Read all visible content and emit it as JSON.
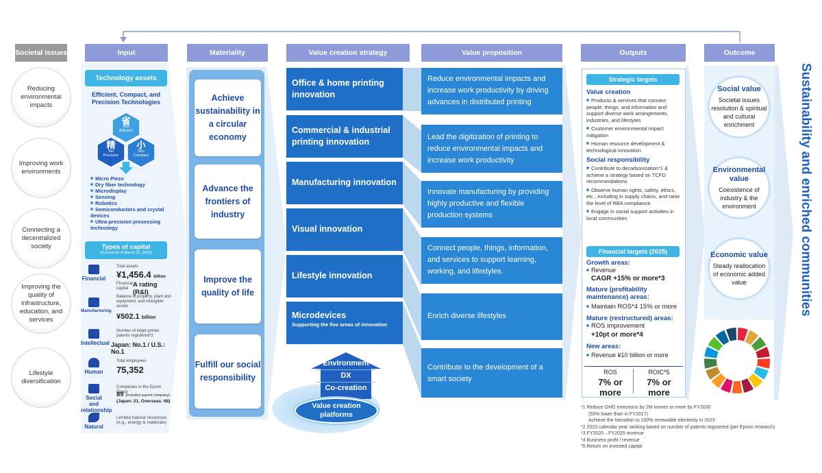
{
  "headers": {
    "societal": "Societal issues",
    "input": "Input",
    "materiality": "Materiality",
    "vcs": "Value creation strategy",
    "vp": "Value proposition",
    "outputs": "Outputs",
    "outcome": "Outcome"
  },
  "societal_issues": [
    "Reducing environmental impacts",
    "Improving work environments",
    "Connecting a decentralized society",
    "Improving the quality of infrastructure, education, and services",
    "Lifestyle diversification"
  ],
  "input": {
    "tech_title": "Technology assets",
    "tech_sub": "Efficient, Compact, and Precision Technologies",
    "hex": [
      {
        "kanji": "省",
        "roman": "Sho",
        "word": "Efficient"
      },
      {
        "kanji": "精",
        "roman": "Sei",
        "word": "Precision"
      },
      {
        "kanji": "小",
        "roman": "Sho",
        "word": "Compact"
      }
    ],
    "tech_list": [
      "Micro Piezo",
      "Dry fiber technology",
      "Microdisplay",
      "Sensing",
      "Robotics",
      "Semiconductors and crystal devices",
      "Ultra-precision processing technology"
    ],
    "capital_title": "Types of capital",
    "capital_note": "(Current as of March 31, 2025)",
    "capitals": [
      {
        "name": "Financial",
        "small1": "Total assets",
        "big1": "¥1,456.4",
        "unit1": "billion",
        "small2": "Financial capital",
        "big2": "A rating (R&I)"
      },
      {
        "name": "Manufacturing",
        "small1": "Balance of property, plant and equipment, and intangible assets",
        "big1": "¥502.1",
        "unit1": "billion"
      },
      {
        "name": "Intellectual",
        "small1": "Number of inkjet printer patents registered*2",
        "big1": "Japan: No.1 / U.S.: No.1"
      },
      {
        "name": "Human",
        "small1": "Total employees",
        "big1": "75,352"
      },
      {
        "name": "Social and relationship",
        "small1": "Companies in the Epson Group",
        "big1": "89",
        "unit1": "(includes parent company)",
        "small2": "(Japan: 21, Overseas: 68)"
      },
      {
        "name": "Natural",
        "small1": "Limited natural resources (e.g., energy & materials)"
      }
    ]
  },
  "materiality": [
    "Achieve sustainability in a circular economy",
    "Advance the frontiers of industry",
    "Improve the quality of life",
    "Fulfill our social responsibility"
  ],
  "vcs": [
    {
      "title": "Office & home printing innovation"
    },
    {
      "title": "Commercial & industrial printing innovation"
    },
    {
      "title": "Manufacturing innovation"
    },
    {
      "title": "Visual innovation"
    },
    {
      "title": "Lifestyle innovation"
    },
    {
      "title": "Microdevices",
      "sub": "Supporting the five areas of innovation"
    }
  ],
  "platform": {
    "arrow_lines": [
      "Environment",
      "DX",
      "Co-creation"
    ],
    "title": "Value creation platforms"
  },
  "vp": [
    "Reduce environmental impacts and increase work productivity by driving advances in distributed printing",
    "Lead the digitization of printing to reduce environmental impacts and increase work productivity",
    "Innovate manufacturing by providing highly productive and flexible production systems",
    "Connect people, things, information, and services to support learning, working, and lifestyles.",
    "Enrich diverse lifestyles",
    "Contribute to the development of a smart society"
  ],
  "outputs": {
    "strategic_title": "Strategic targets",
    "value_creation_h": "Value creation",
    "value_creation": [
      "Products & services that connect people, things, and information and support diverse work arrangements, industries, and lifestyles",
      "Customer environmental impact mitigation",
      "Human resource development & technological innovation"
    ],
    "social_h": "Social responsibility",
    "social": [
      "Contribute to decarbonization*1 & achieve a strategy based on TCFD recommendations",
      "Observe human rights, safety, ethics, etc., including in supply chains, and raise the level of RBA compliance",
      "Engage in social support activities in local communities"
    ],
    "financial_title": "Financial targets (2025)",
    "growth_h": "Growth areas:",
    "growth_1": "Revenue",
    "growth_2": "CAGR +15% or more*3",
    "mature_h": "Mature (profitability maintenance) areas:",
    "mature_1": "Maintain ROS*4 15% or more",
    "restr_h": "Mature (restructured) areas:",
    "restr_1": "ROS improvement",
    "restr_2": "+10pt or more*4",
    "new_h": "New areas:",
    "new_1": "Revenue ¥10 billion or more",
    "ros_label": "ROS",
    "ros_val": "7% or more",
    "roic_label": "ROIC*5",
    "roic_val": "7% or more"
  },
  "outcome": [
    {
      "title": "Social value",
      "text": "Societal issues resolution & spiritual and cultural enrichment"
    },
    {
      "title": "Environmental value",
      "text": "Coexistence of industry & the environment"
    },
    {
      "title": "Economic value",
      "text": "Steady reallocation of economic added value"
    }
  ],
  "vertical_title": "Sustainability and enriched communities",
  "footnotes": [
    "*1  Reduce GHG emissions by 2M tonnes or more by FY2030",
    "(55% lower than in FY2017)",
    "Achieve the transition to 100% renewable electricity in 2023",
    "*2  2023 calendar year ranking based on number of patents registered (per Epson research)",
    "*3  FY2020→FY2025 revenue",
    "*4  Business profit / revenue",
    "*5  Return on invested capital"
  ],
  "colors": {
    "header": "#8e9bd8",
    "header_grey": "#9a9a9a",
    "vcs": "#1f6fc6",
    "vp": "#2a86d6",
    "accent": "#1e4ba8"
  },
  "sdg_colors": [
    "#e5243b",
    "#dda63a",
    "#4c9f38",
    "#c5192d",
    "#ff3a21",
    "#26bde2",
    "#fcc30b",
    "#a21942",
    "#fd6925",
    "#dd1367",
    "#fd9d24",
    "#bf8b2e",
    "#3f7e44",
    "#0a97d9",
    "#56c02b",
    "#00689d",
    "#19486a"
  ]
}
